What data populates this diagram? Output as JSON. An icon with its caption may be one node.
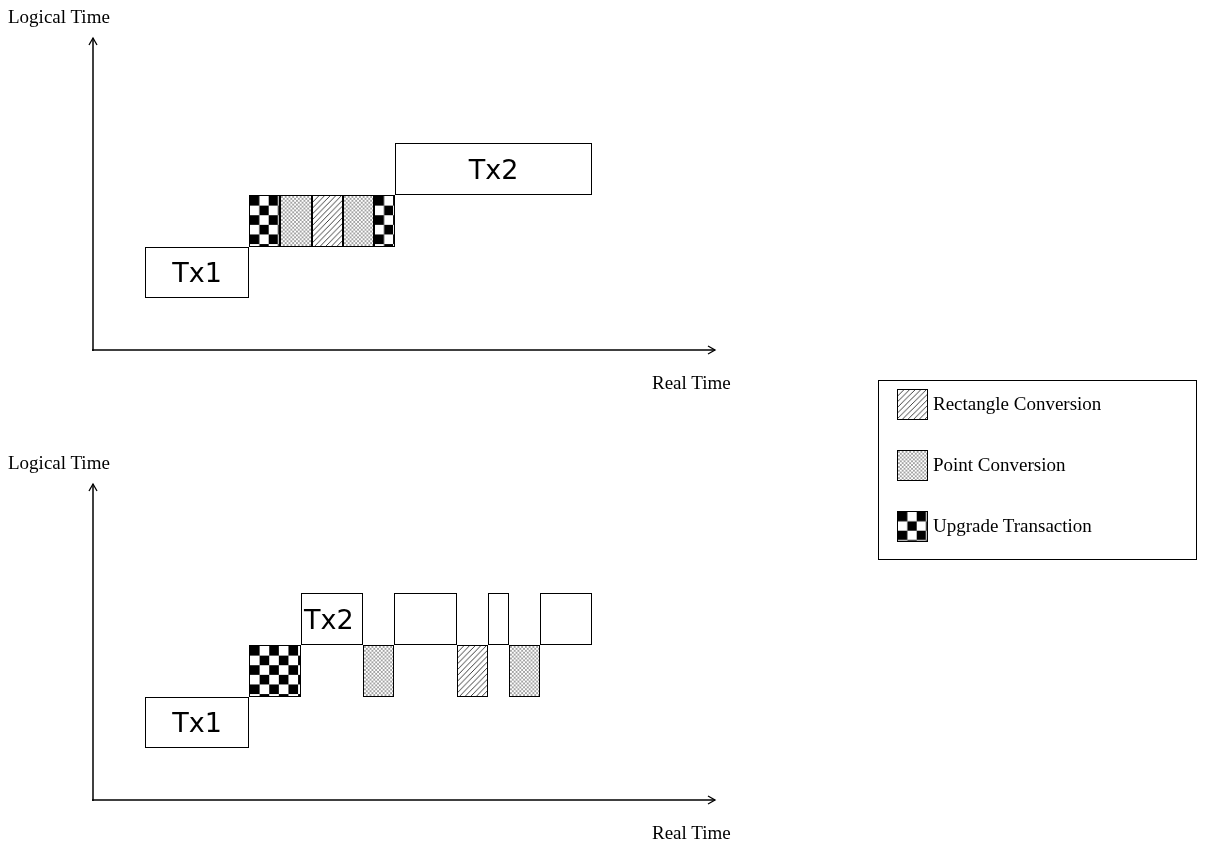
{
  "diagram": {
    "nodes": [
      {
        "text": [
          "Tx1"
        ]
      },
      {
        "text": [],
        "shape": "box"
      },
      {
        "text": [],
        "shape": "box"
      },
      {
        "text": [],
        "shape": "box"
      },
      {
        "text": [],
        "shape": "box"
      },
      {
        "text": [],
        "shape": "box"
      },
      {
        "text": [
          "Tx2"
        ]
      },
      {
        "text": [
          "Tx1"
        ]
      },
      {
        "text": [],
        "shape": "box"
      },
      {
        "text": [
          "Tx2"
        ]
      },
      {
        "text": [],
        "shape": "box"
      },
      {
        "text": [],
        "shape": "box"
      },
      {
        "text": [],
        "shape": "box"
      },
      {
        "text": [],
        "shape": "box"
      },
      {
        "text": [],
        "shape": "box"
      },
      {
        "text": [],
        "shape": "box"
      }
    ],
    "edges": [],
    "labels": [
      "Logical Time",
      "Real Time",
      "Logical Time",
      "Real Time"
    ],
    "legend": [
      {
        "text": "Rectangle Conversion"
      },
      {
        "text": "Point Conversion"
      },
      {
        "text": "Upgrade Transaction"
      }
    ]
  }
}
